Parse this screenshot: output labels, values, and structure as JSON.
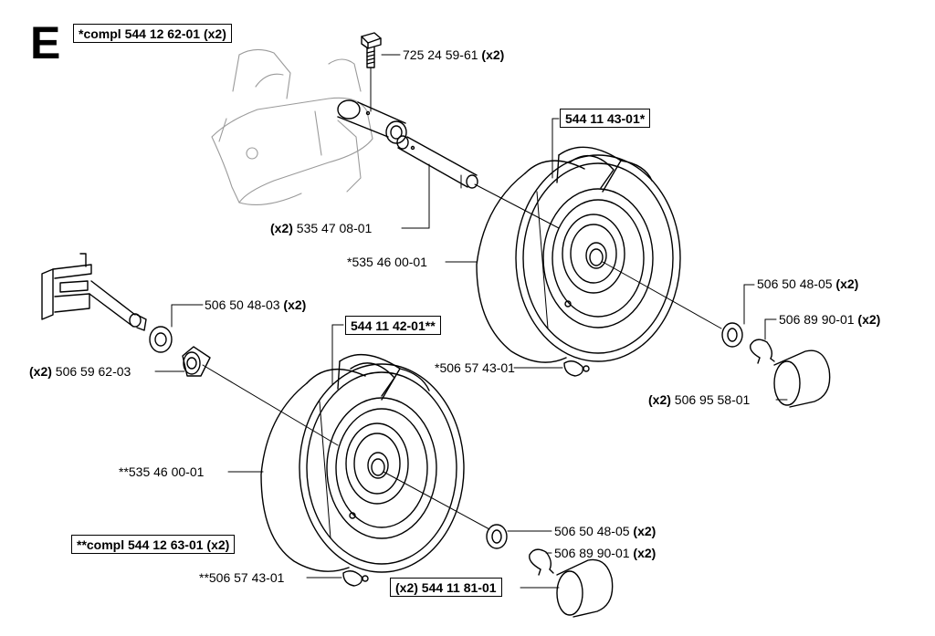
{
  "section_letter": "E",
  "assembly_left_top": "*compl 544 12 62-01 (x2)",
  "assembly_left_bottom": "**compl 544 12 63-01 (x2)",
  "parts": {
    "bolt": {
      "number": "725 24 59-61",
      "qty": "(x2)"
    },
    "axle_pin": {
      "qty": "(x2)",
      "number": "535 47 08-01"
    },
    "wheel_rear_top": "544 11 43-01*",
    "tire_top": "*535 46 00-01",
    "washer_top": {
      "number": "506 50 48-05",
      "qty": "(x2)"
    },
    "circlip_top": {
      "number": "506 89 90-01",
      "qty": "(x2)"
    },
    "valve_top": "*506 57 43-01",
    "cap_top": {
      "qty": "(x2)",
      "number": "506 95 58-01"
    },
    "washer_axle": {
      "number": "506 50 48-03",
      "qty": "(x2)"
    },
    "bushing": {
      "qty": "(x2)",
      "number": "506 59 62-03"
    },
    "wheel_front_bottom": "544 11 42-01**",
    "tire_bottom": "**535 46 00-01",
    "washer_bottom": {
      "number": "506 50 48-05",
      "qty": "(x2)"
    },
    "circlip_bottom": {
      "number": "506 89 90-01",
      "qty": "(x2)"
    },
    "valve_bottom": "**506 57 43-01",
    "cap_bottom": "(x2) 544 11 81-01"
  }
}
